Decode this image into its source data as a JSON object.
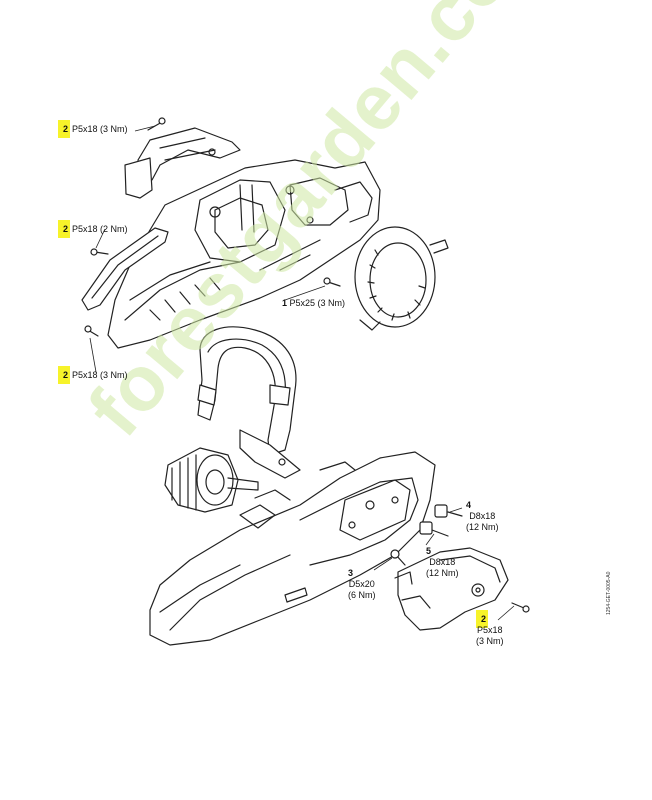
{
  "callouts": {
    "c1": {
      "num": "2",
      "text": "P5x18 (3 Nm)"
    },
    "c2": {
      "num": "2",
      "text": "P5x18 (2 Nm)"
    },
    "c3": {
      "num": "2",
      "text": "P5x18 (3 Nm)"
    },
    "c4": {
      "num": "1",
      "text": "P5x25 (3 Nm)"
    },
    "c5": {
      "num": "4",
      "line1": "D8x18",
      "line2": "(12 Nm)"
    },
    "c6": {
      "num": "5",
      "line1": "D8x18",
      "line2": "(12 Nm)"
    },
    "c7": {
      "num": "3",
      "line1": "D5x20",
      "line2": "(6 Nm)"
    },
    "c8": {
      "num": "2",
      "line1": "P5x18",
      "line2": "(3 Nm)"
    }
  },
  "reference_code": "1254-GET-0005-A0",
  "watermark": "forestgarden.com",
  "colors": {
    "highlight": "#f7f32a",
    "watermark": "#cfe8a4",
    "outline": "#222222"
  }
}
